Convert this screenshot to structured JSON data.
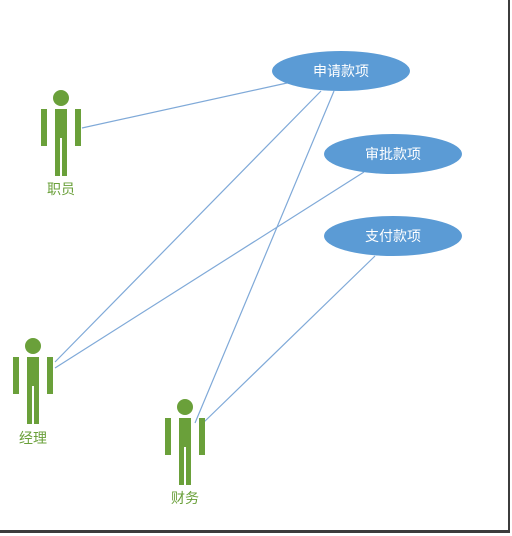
{
  "diagram": {
    "actors": [
      {
        "id": "employee",
        "label": "职员"
      },
      {
        "id": "manager",
        "label": "经理"
      },
      {
        "id": "finance",
        "label": "财务"
      }
    ],
    "use_cases": [
      {
        "id": "apply",
        "label": "申请款项"
      },
      {
        "id": "approve",
        "label": "审批款项"
      },
      {
        "id": "pay",
        "label": "支付款项"
      }
    ],
    "associations": [
      {
        "actor": "employee",
        "use_case": "apply"
      },
      {
        "actor": "manager",
        "use_case": "apply"
      },
      {
        "actor": "manager",
        "use_case": "approve"
      },
      {
        "actor": "finance",
        "use_case": "apply"
      },
      {
        "actor": "finance",
        "use_case": "pay"
      }
    ],
    "colors": {
      "actor": "#6aa03a",
      "use_case": "#5b9bd5",
      "line": "#7fa9d8"
    }
  }
}
